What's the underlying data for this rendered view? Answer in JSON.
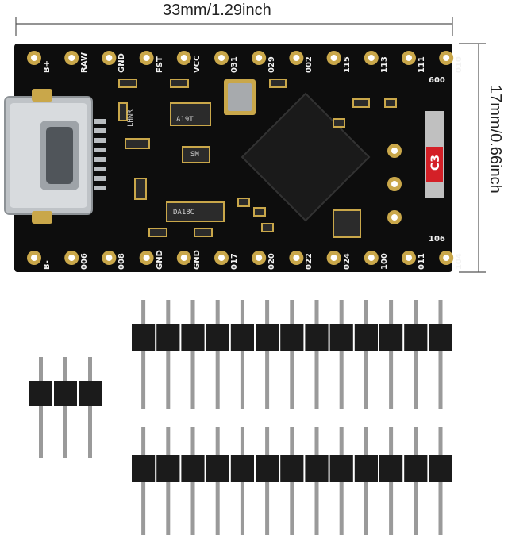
{
  "dimensions": {
    "width_label": "33mm/1.29inch",
    "height_label": "17mm/0.66inch"
  },
  "board": {
    "top_pins": [
      "B+",
      "RAW",
      "GND",
      "FST",
      "VCC",
      "031",
      "029",
      "002",
      "115",
      "113",
      "111",
      "010"
    ],
    "bottom_pins": [
      "B-",
      "006",
      "008",
      "GND",
      "GND",
      "017",
      "020",
      "022",
      "024",
      "100",
      "011",
      "104"
    ],
    "right_labels": [
      "600",
      "106"
    ],
    "chip_labels": [
      "A19T",
      "DA18C",
      "SM",
      "LHNR"
    ],
    "led_label": "C3",
    "colors": {
      "pcb": "#0d0d0d",
      "silkscreen": "#f2f2f2",
      "pad": "#c9a74a",
      "led": "#d42027"
    }
  },
  "headers": {
    "short_header_pins": 3,
    "long_header_pins": 13,
    "long_header_count": 2
  }
}
